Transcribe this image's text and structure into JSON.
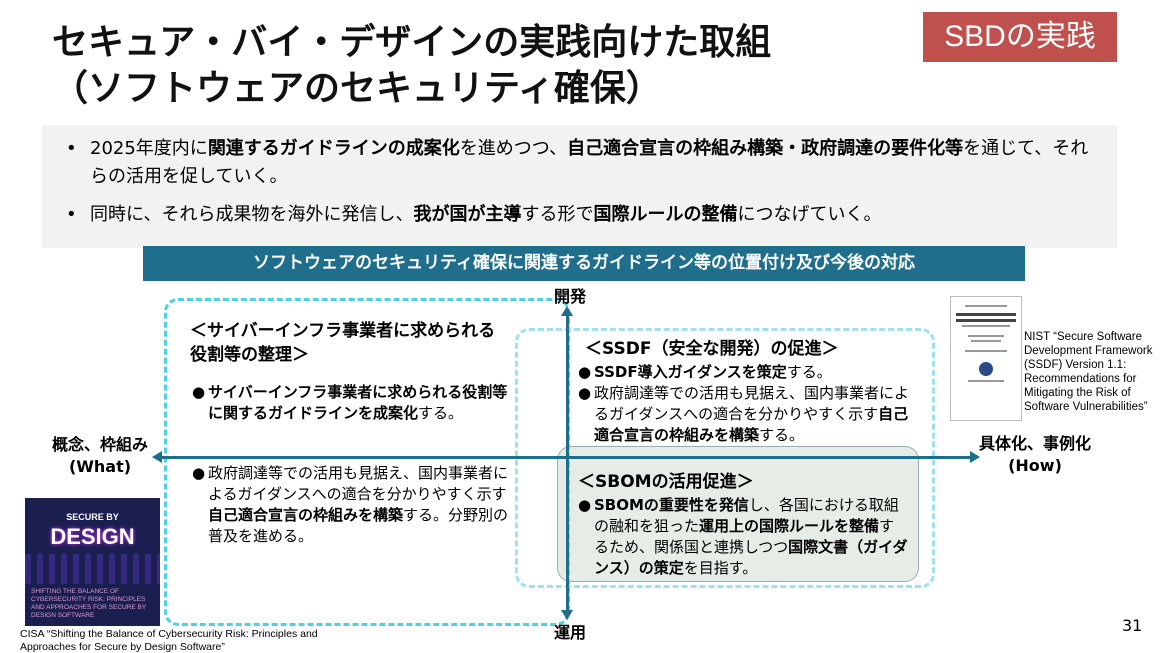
{
  "title": {
    "line1": "セキュア・バイ・デザインの実践向けた取組",
    "line2": "（ソフトウェアのセキュリティ確保）"
  },
  "badge": "SBDの実践",
  "summary": {
    "b1": {
      "t1": "2025年度内に",
      "t2": "関連するガイドラインの成案化",
      "t3": "を進めつつ、",
      "t4": "自己適合宣言の枠組み構築・政府調達の要件化等",
      "t5": "を通じて、それらの活用を促していく。"
    },
    "b2": {
      "t1": "同時に、それら成果物を海外に発信し、",
      "t2": "我が国が主導",
      "t3": "する形で",
      "t4": "国際ルールの整備",
      "t5": "につなげていく。"
    }
  },
  "banner": "ソフトウェアのセキュリティ確保に関連するガイドライン等の位置付け及び今後の対応",
  "axes": {
    "top": "開発",
    "bottom": "運用",
    "left1": "概念、枠組み",
    "left2": "(What)",
    "right1": "具体化、事例化",
    "right2": "(How)"
  },
  "cyber": {
    "heading": "＜サイバーインフラ事業者に求められる役割等の整理＞",
    "p1_bold": "サイバーインフラ事業者に求められる役割等に関するガイドラインを成案化",
    "p1_rest": "する。",
    "p2_a": "政府調達等での活用も見据え、国内事業者によるガイダンスへの適合を分かりやすく示す",
    "p2_bold": "自己適合宣言の枠組みを構築",
    "p2_b": "する。分野別の普及を進める。"
  },
  "ssdf": {
    "heading": "＜SSDF（安全な開発）の促進＞",
    "p1_bold": "SSDF導入ガイダンスを策定",
    "p1_rest": "する。",
    "p2_a": "政府調達等での活用も見据え、国内事業者によるガイダンスへの適合を分かりやすく示す",
    "p2_bold": "自己適合宣言の枠組みを構築",
    "p2_b": "する。"
  },
  "sbom": {
    "heading": "＜SBOMの活用促進＞",
    "p_bold1": "SBOMの重要性を発信",
    "p_a": "し、各国における取組の融和を狙った",
    "p_bold2": "運用上の国際ルールを整備",
    "p_b": "するため、関係国と連携しつつ",
    "p_bold3": "国際文書（ガイダンス）の策定",
    "p_c": "を目指す。"
  },
  "nist_caption": "NIST “Secure Software Development Framework (SSDF) Version 1.1: Recommendations for Mitigating the Risk of Software Vulnerabilities”",
  "cisa_cover": {
    "line1": "SECURE BY",
    "line2": "DESIGN",
    "line3": "SHIFTING THE BALANCE OF CYBERSECURITY RISK: PRINCIPLES AND APPROACHES FOR SECURE BY DESIGN SOFTWARE"
  },
  "cisa_caption": "CISA “Shifting the Balance of Cybersecurity Risk: Principles and Approaches for Secure by Design Software”",
  "page_number": "31"
}
